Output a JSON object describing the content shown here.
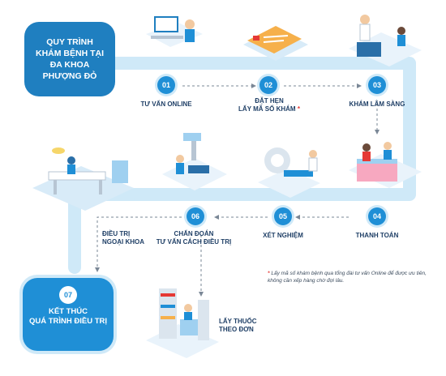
{
  "title": [
    "QUY TRÌNH",
    "KHÁM BỆNH TẠI",
    "ĐA KHOA",
    "PHƯỢNG ĐỎ"
  ],
  "steps": [
    {
      "num": "01",
      "label": [
        "TƯ VẤN ONLINE"
      ]
    },
    {
      "num": "02",
      "label": [
        "ĐẶT HẸN",
        "LẤY MÃ SỐ KHÁM"
      ],
      "mark": "*"
    },
    {
      "num": "03",
      "label": [
        "KHÁM LÂM SÀNG"
      ]
    },
    {
      "num": "04",
      "label": [
        "THANH TOÁN"
      ]
    },
    {
      "num": "05",
      "label": [
        "XÉT NGHIỆM"
      ]
    },
    {
      "num": "06",
      "label": [
        "CHẨN ĐOÁN",
        "TƯ VẤN CÁCH ĐIỀU TRỊ"
      ]
    },
    {
      "num": "",
      "label": [
        "ĐIỀU TRỊ",
        "NGOẠI KHOA"
      ]
    },
    {
      "num": "",
      "label": [
        "LẤY THUỐC",
        "THEO ĐƠN"
      ]
    }
  ],
  "end": {
    "num": "07",
    "label": [
      "KẾT THÚC",
      "QUÁ TRÌNH ĐIỀU TRỊ"
    ]
  },
  "note": {
    "star": "*",
    "text": "Lấy mã số khám bệnh qua tổng đài tư vấn Online để được ưu tiên, không cần xếp hàng chờ đợi lâu."
  },
  "colors": {
    "track": "#cfe9f8",
    "accent": "#1f8fd6",
    "dark": "#1f7fc0"
  },
  "icons": [
    "doctor-computer-icon",
    "appointment-form-icon",
    "clinic-exam-icon",
    "cashier-desk-icon",
    "lab-test-icon",
    "consultation-icon",
    "surgery-icon",
    "pharmacy-icon"
  ]
}
